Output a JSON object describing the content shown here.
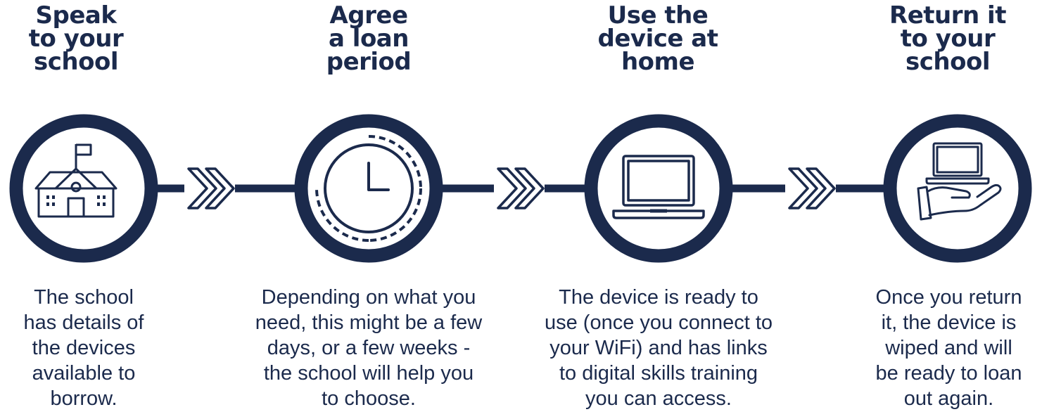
{
  "colors": {
    "primary": "#1b2a4c",
    "background": "#ffffff"
  },
  "steps": [
    {
      "title": "Speak\nto your\nschool",
      "icon": "school-building-icon",
      "description": "The school\nhas details of\nthe devices\navailable to\nborrow."
    },
    {
      "title": "Agree\na loan\nperiod",
      "icon": "clock-icon",
      "description": "Depending on what you\nneed, this might be a few\ndays, or a few weeks -\nthe school will help you\nto choose."
    },
    {
      "title": "Use the\ndevice at\nhome",
      "icon": "laptop-icon",
      "description": "The device is ready to\nuse (once you connect to\nyour WiFi) and has links\nto digital skills training\nyou can access."
    },
    {
      "title": "Return it\nto  your\nschool",
      "icon": "laptop-in-hand-icon",
      "description": "Once you return\nit, the device is\nwiped and will\nbe ready to loan\nout again."
    }
  ],
  "connector_icon": "double-chevron-icon"
}
